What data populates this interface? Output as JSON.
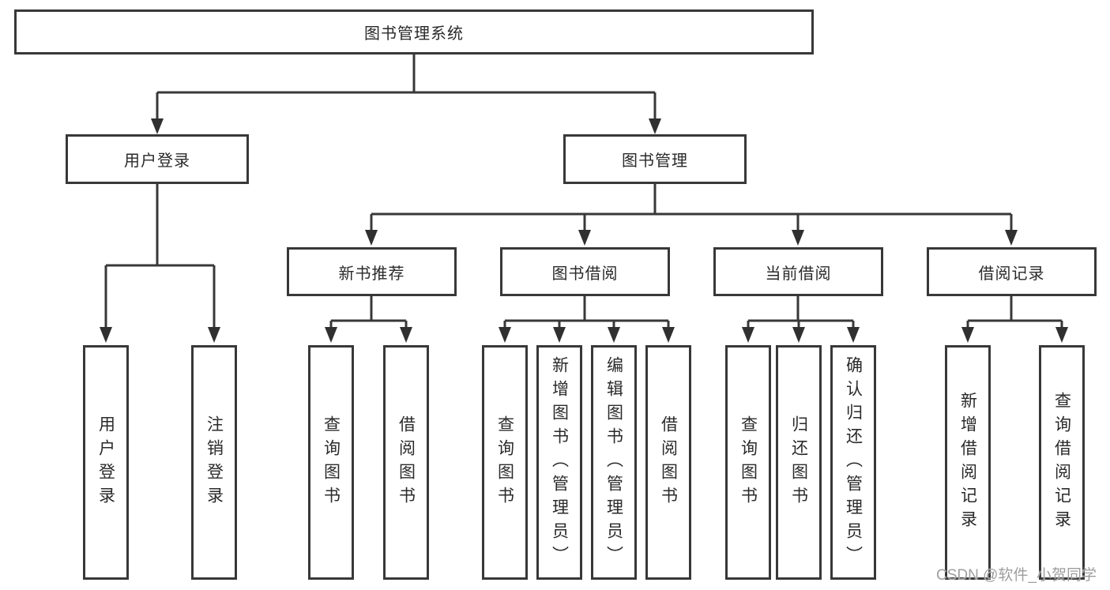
{
  "diagram_title": "图书管理系统",
  "colors": {
    "line": "#383838",
    "box_border": "#383838",
    "text": "#2a2a2a",
    "background": "#ffffff",
    "watermark_text": "#9e9e9e"
  },
  "root": {
    "label": "图书管理系统"
  },
  "level2": [
    {
      "label": "用户登录",
      "children": [
        "用户登录",
        "注销登录"
      ]
    },
    {
      "label": "图书管理"
    }
  ],
  "level3": [
    {
      "label": "新书推荐",
      "children": [
        "查询图书",
        "借阅图书"
      ]
    },
    {
      "label": "图书借阅",
      "children": [
        "查询图书",
        "新增图书（管理员）",
        "编辑图书（管理员）",
        "借阅图书"
      ]
    },
    {
      "label": "当前借阅",
      "children": [
        "查询图书",
        "归还图书",
        "确认归还（管理员）"
      ]
    },
    {
      "label": "借阅记录",
      "children": [
        "新增借阅记录",
        "查询借阅记录"
      ]
    }
  ],
  "watermark": "CSDN @软件_小贺同学"
}
